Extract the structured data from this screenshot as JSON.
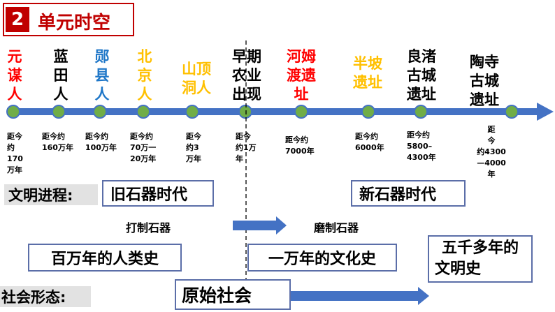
{
  "header": {
    "number": "2",
    "title": "单元时空"
  },
  "sites": [
    {
      "name": "元谋人",
      "lines": [
        "元",
        "谋",
        "人"
      ],
      "color": "#ff0000",
      "date_lines": [
        "距今",
        "约",
        "170",
        "万年"
      ]
    },
    {
      "name": "蓝田人",
      "lines": [
        "蓝",
        "田",
        "人"
      ],
      "color": "#000000",
      "date_lines": [
        "距今约",
        "160万年"
      ]
    },
    {
      "name": "郧县人",
      "lines": [
        "郧",
        "县",
        "人"
      ],
      "color": "#1f77c8",
      "date_lines": [
        "距今约",
        "100万年"
      ]
    },
    {
      "name": "北京人",
      "lines": [
        "北",
        "京",
        "人"
      ],
      "color": "#ffc000",
      "date_lines": [
        "距今约",
        "70万一",
        "20万年"
      ]
    },
    {
      "name": "山顶洞人",
      "lines": [
        "山顶",
        "洞人"
      ],
      "color": "#ffc000",
      "date_lines": [
        "距今",
        "约3",
        "万年"
      ]
    },
    {
      "name": "早期农业出现",
      "lines": [
        "早期",
        "农业",
        "出现"
      ],
      "color": "#000000",
      "date_lines": [
        "距今",
        "约1万",
        "年"
      ]
    },
    {
      "name": "河姆渡遗址",
      "lines": [
        "河姆",
        "渡遗",
        "址"
      ],
      "color": "#ff0000",
      "date_lines": [
        "距今约",
        "7000年"
      ]
    },
    {
      "name": "半坡遗址",
      "lines": [
        "半坡",
        "遗址"
      ],
      "color": "#ffc000",
      "date_lines": [
        "距今约",
        "6000年"
      ]
    },
    {
      "name": "良渚古城遗址",
      "lines": [
        "良渚",
        "古城",
        "遗址"
      ],
      "color": "#000000",
      "date_lines": [
        "距今约",
        "5800–",
        "4300年"
      ]
    },
    {
      "name": "陶寺古城遗址",
      "lines": [
        "陶寺",
        "古城",
        "遗址"
      ],
      "color": "#000000",
      "date_lines": [
        "距",
        "今",
        "约4300",
        "—4000",
        "年"
      ]
    }
  ],
  "civilization": {
    "label": "文明进程:",
    "old_stone_age": "旧石器时代",
    "new_stone_age": "新石器时代",
    "chipped_stone": "打制石器",
    "ground_stone": "磨制石器",
    "million_years": "百万年的人类史",
    "ten_thousand_years": "一万年的文化史",
    "five_thousand_years_1": "五千多年的",
    "five_thousand_years_2": "文明史"
  },
  "society": {
    "label": "社会形态:",
    "primitive": "原始社会"
  },
  "colors": {
    "accent": "#c00000",
    "timeline": "#4472c4",
    "node": "#70ad47",
    "box_border": "#5b6ea8"
  }
}
